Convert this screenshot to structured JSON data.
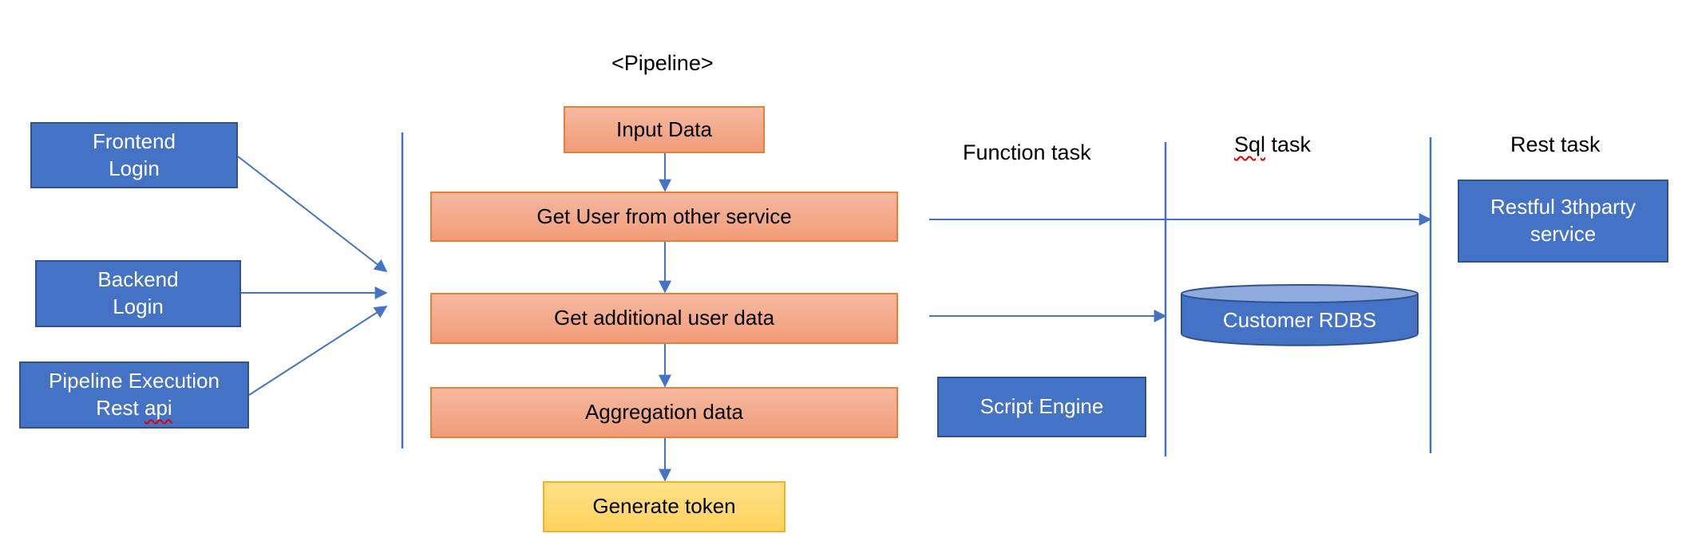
{
  "title": "<Pipeline>",
  "sources": {
    "frontend_line1": "Frontend",
    "frontend_line2": "Login",
    "backend_line1": "Backend",
    "backend_line2": "Login",
    "pipeline_line1": "Pipeline Execution",
    "pipeline_line2_a": "Rest ",
    "pipeline_line2_b": "api"
  },
  "steps": {
    "input": "Input Data",
    "get_user": "Get User from other service",
    "additional": "Get additional user data",
    "aggregation": "Aggregation data",
    "token": "Generate token"
  },
  "lanes": {
    "function": "Function task",
    "sql_a": "Sql",
    "sql_b": " task",
    "rest": "Rest task"
  },
  "targets": {
    "restful_line1": "Restful 3thparty",
    "restful_line2": "service",
    "rdbs": "Customer RDBS",
    "script": "Script Engine"
  },
  "colors": {
    "blue_fill": "#4472c4",
    "orange_fill": "#f4b183",
    "yellow_fill": "#ffd966",
    "line": "#4472c4"
  }
}
